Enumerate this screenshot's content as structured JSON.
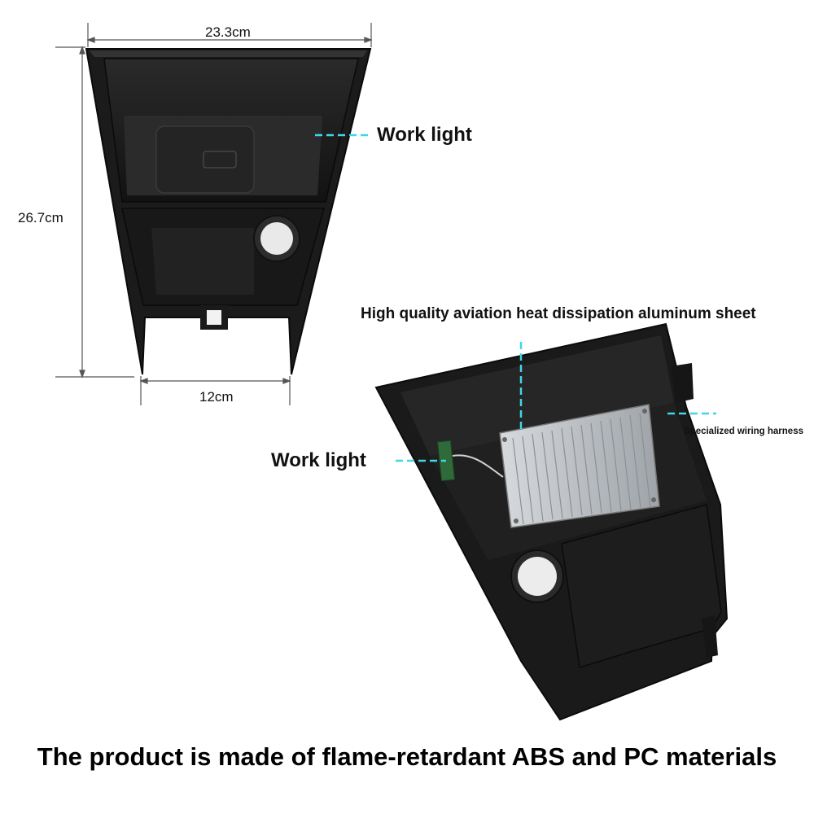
{
  "dimensions": {
    "width": "23.3cm",
    "height": "26.7cm",
    "bottom_width": "12cm"
  },
  "callouts": {
    "top_work_light": "Work light",
    "aluminum_sheet": "High quality aviation heat dissipation aluminum sheet",
    "wiring_harness": "Specialized wiring harness",
    "bottom_work_light": "Work light"
  },
  "footer": "The product is made of flame-retardant ABS and PC materials",
  "colors": {
    "background": "#ffffff",
    "product_plastic": "#1c1c1c",
    "leader_line": "#3fd6e6",
    "dimension_line": "#555555",
    "heatsink": "#b9bec4"
  }
}
